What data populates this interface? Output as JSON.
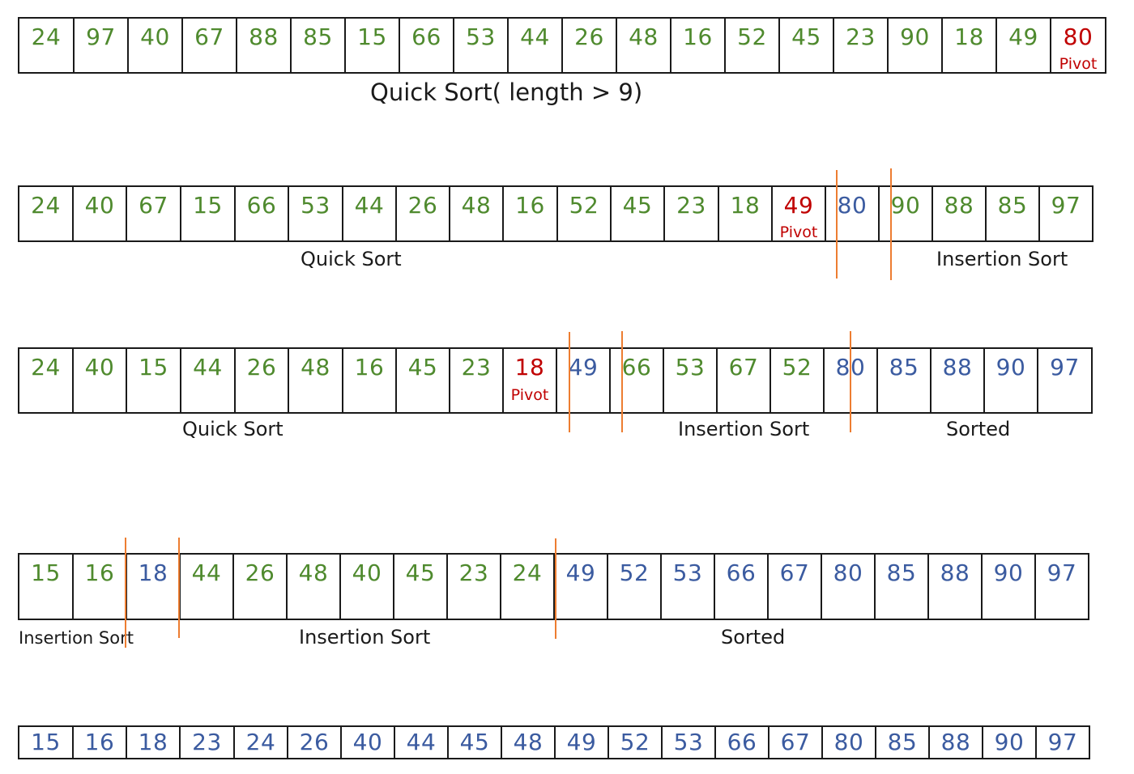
{
  "colors": {
    "unsorted": "#4f8a2e",
    "sorted": "#3b5ba0",
    "pivot": "#c00000",
    "divider": "#ed7d31",
    "border": "#1a1a1a"
  },
  "rows": [
    {
      "cells": [
        {
          "v": "24",
          "c": "green"
        },
        {
          "v": "97",
          "c": "green"
        },
        {
          "v": "40",
          "c": "green"
        },
        {
          "v": "67",
          "c": "green"
        },
        {
          "v": "88",
          "c": "green"
        },
        {
          "v": "85",
          "c": "green"
        },
        {
          "v": "15",
          "c": "green"
        },
        {
          "v": "66",
          "c": "green"
        },
        {
          "v": "53",
          "c": "green"
        },
        {
          "v": "44",
          "c": "green"
        },
        {
          "v": "26",
          "c": "green"
        },
        {
          "v": "48",
          "c": "green"
        },
        {
          "v": "16",
          "c": "green"
        },
        {
          "v": "52",
          "c": "green"
        },
        {
          "v": "45",
          "c": "green"
        },
        {
          "v": "23",
          "c": "green"
        },
        {
          "v": "90",
          "c": "green"
        },
        {
          "v": "18",
          "c": "green"
        },
        {
          "v": "49",
          "c": "green"
        },
        {
          "v": "80",
          "c": "red",
          "pivot": "Pivot"
        }
      ],
      "labels": [
        "Quick Sort( length > 9)"
      ]
    },
    {
      "cells": [
        {
          "v": "24",
          "c": "green"
        },
        {
          "v": "40",
          "c": "green"
        },
        {
          "v": "67",
          "c": "green"
        },
        {
          "v": "15",
          "c": "green"
        },
        {
          "v": "66",
          "c": "green"
        },
        {
          "v": "53",
          "c": "green"
        },
        {
          "v": "44",
          "c": "green"
        },
        {
          "v": "26",
          "c": "green"
        },
        {
          "v": "48",
          "c": "green"
        },
        {
          "v": "16",
          "c": "green"
        },
        {
          "v": "52",
          "c": "green"
        },
        {
          "v": "45",
          "c": "green"
        },
        {
          "v": "23",
          "c": "green"
        },
        {
          "v": "18",
          "c": "green"
        },
        {
          "v": "49",
          "c": "red",
          "pivot": "Pivot"
        },
        {
          "v": "80",
          "c": "blue"
        },
        {
          "v": "90",
          "c": "green"
        },
        {
          "v": "88",
          "c": "green"
        },
        {
          "v": "85",
          "c": "green"
        },
        {
          "v": "97",
          "c": "green"
        }
      ],
      "labels": [
        "Quick Sort",
        "Insertion Sort"
      ]
    },
    {
      "cells": [
        {
          "v": "24",
          "c": "green"
        },
        {
          "v": "40",
          "c": "green"
        },
        {
          "v": "15",
          "c": "green"
        },
        {
          "v": "44",
          "c": "green"
        },
        {
          "v": "26",
          "c": "green"
        },
        {
          "v": "48",
          "c": "green"
        },
        {
          "v": "16",
          "c": "green"
        },
        {
          "v": "45",
          "c": "green"
        },
        {
          "v": "23",
          "c": "green"
        },
        {
          "v": "18",
          "c": "red",
          "pivot": "Pivot"
        },
        {
          "v": "49",
          "c": "blue"
        },
        {
          "v": "66",
          "c": "green"
        },
        {
          "v": "53",
          "c": "green"
        },
        {
          "v": "67",
          "c": "green"
        },
        {
          "v": "52",
          "c": "green"
        },
        {
          "v": "80",
          "c": "blue"
        },
        {
          "v": "85",
          "c": "blue"
        },
        {
          "v": "88",
          "c": "blue"
        },
        {
          "v": "90",
          "c": "blue"
        },
        {
          "v": "97",
          "c": "blue"
        }
      ],
      "labels": [
        "Quick Sort",
        "Insertion Sort",
        "Sorted"
      ]
    },
    {
      "cells": [
        {
          "v": "15",
          "c": "green"
        },
        {
          "v": "16",
          "c": "green"
        },
        {
          "v": "18",
          "c": "blue"
        },
        {
          "v": "44",
          "c": "green"
        },
        {
          "v": "26",
          "c": "green"
        },
        {
          "v": "48",
          "c": "green"
        },
        {
          "v": "40",
          "c": "green"
        },
        {
          "v": "45",
          "c": "green"
        },
        {
          "v": "23",
          "c": "green"
        },
        {
          "v": "24",
          "c": "green"
        },
        {
          "v": "49",
          "c": "blue"
        },
        {
          "v": "52",
          "c": "blue"
        },
        {
          "v": "53",
          "c": "blue"
        },
        {
          "v": "66",
          "c": "blue"
        },
        {
          "v": "67",
          "c": "blue"
        },
        {
          "v": "80",
          "c": "blue"
        },
        {
          "v": "85",
          "c": "blue"
        },
        {
          "v": "88",
          "c": "blue"
        },
        {
          "v": "90",
          "c": "blue"
        },
        {
          "v": "97",
          "c": "blue"
        }
      ],
      "labels": [
        "Insertion Sort",
        "Insertion Sort",
        "Sorted"
      ]
    },
    {
      "cells": [
        {
          "v": "15",
          "c": "blue"
        },
        {
          "v": "16",
          "c": "blue"
        },
        {
          "v": "18",
          "c": "blue"
        },
        {
          "v": "23",
          "c": "blue"
        },
        {
          "v": "24",
          "c": "blue"
        },
        {
          "v": "26",
          "c": "blue"
        },
        {
          "v": "40",
          "c": "blue"
        },
        {
          "v": "44",
          "c": "blue"
        },
        {
          "v": "45",
          "c": "blue"
        },
        {
          "v": "48",
          "c": "blue"
        },
        {
          "v": "49",
          "c": "blue"
        },
        {
          "v": "52",
          "c": "blue"
        },
        {
          "v": "53",
          "c": "blue"
        },
        {
          "v": "66",
          "c": "blue"
        },
        {
          "v": "67",
          "c": "blue"
        },
        {
          "v": "80",
          "c": "blue"
        },
        {
          "v": "85",
          "c": "blue"
        },
        {
          "v": "88",
          "c": "blue"
        },
        {
          "v": "90",
          "c": "blue"
        },
        {
          "v": "97",
          "c": "blue"
        }
      ],
      "labels": []
    }
  ]
}
